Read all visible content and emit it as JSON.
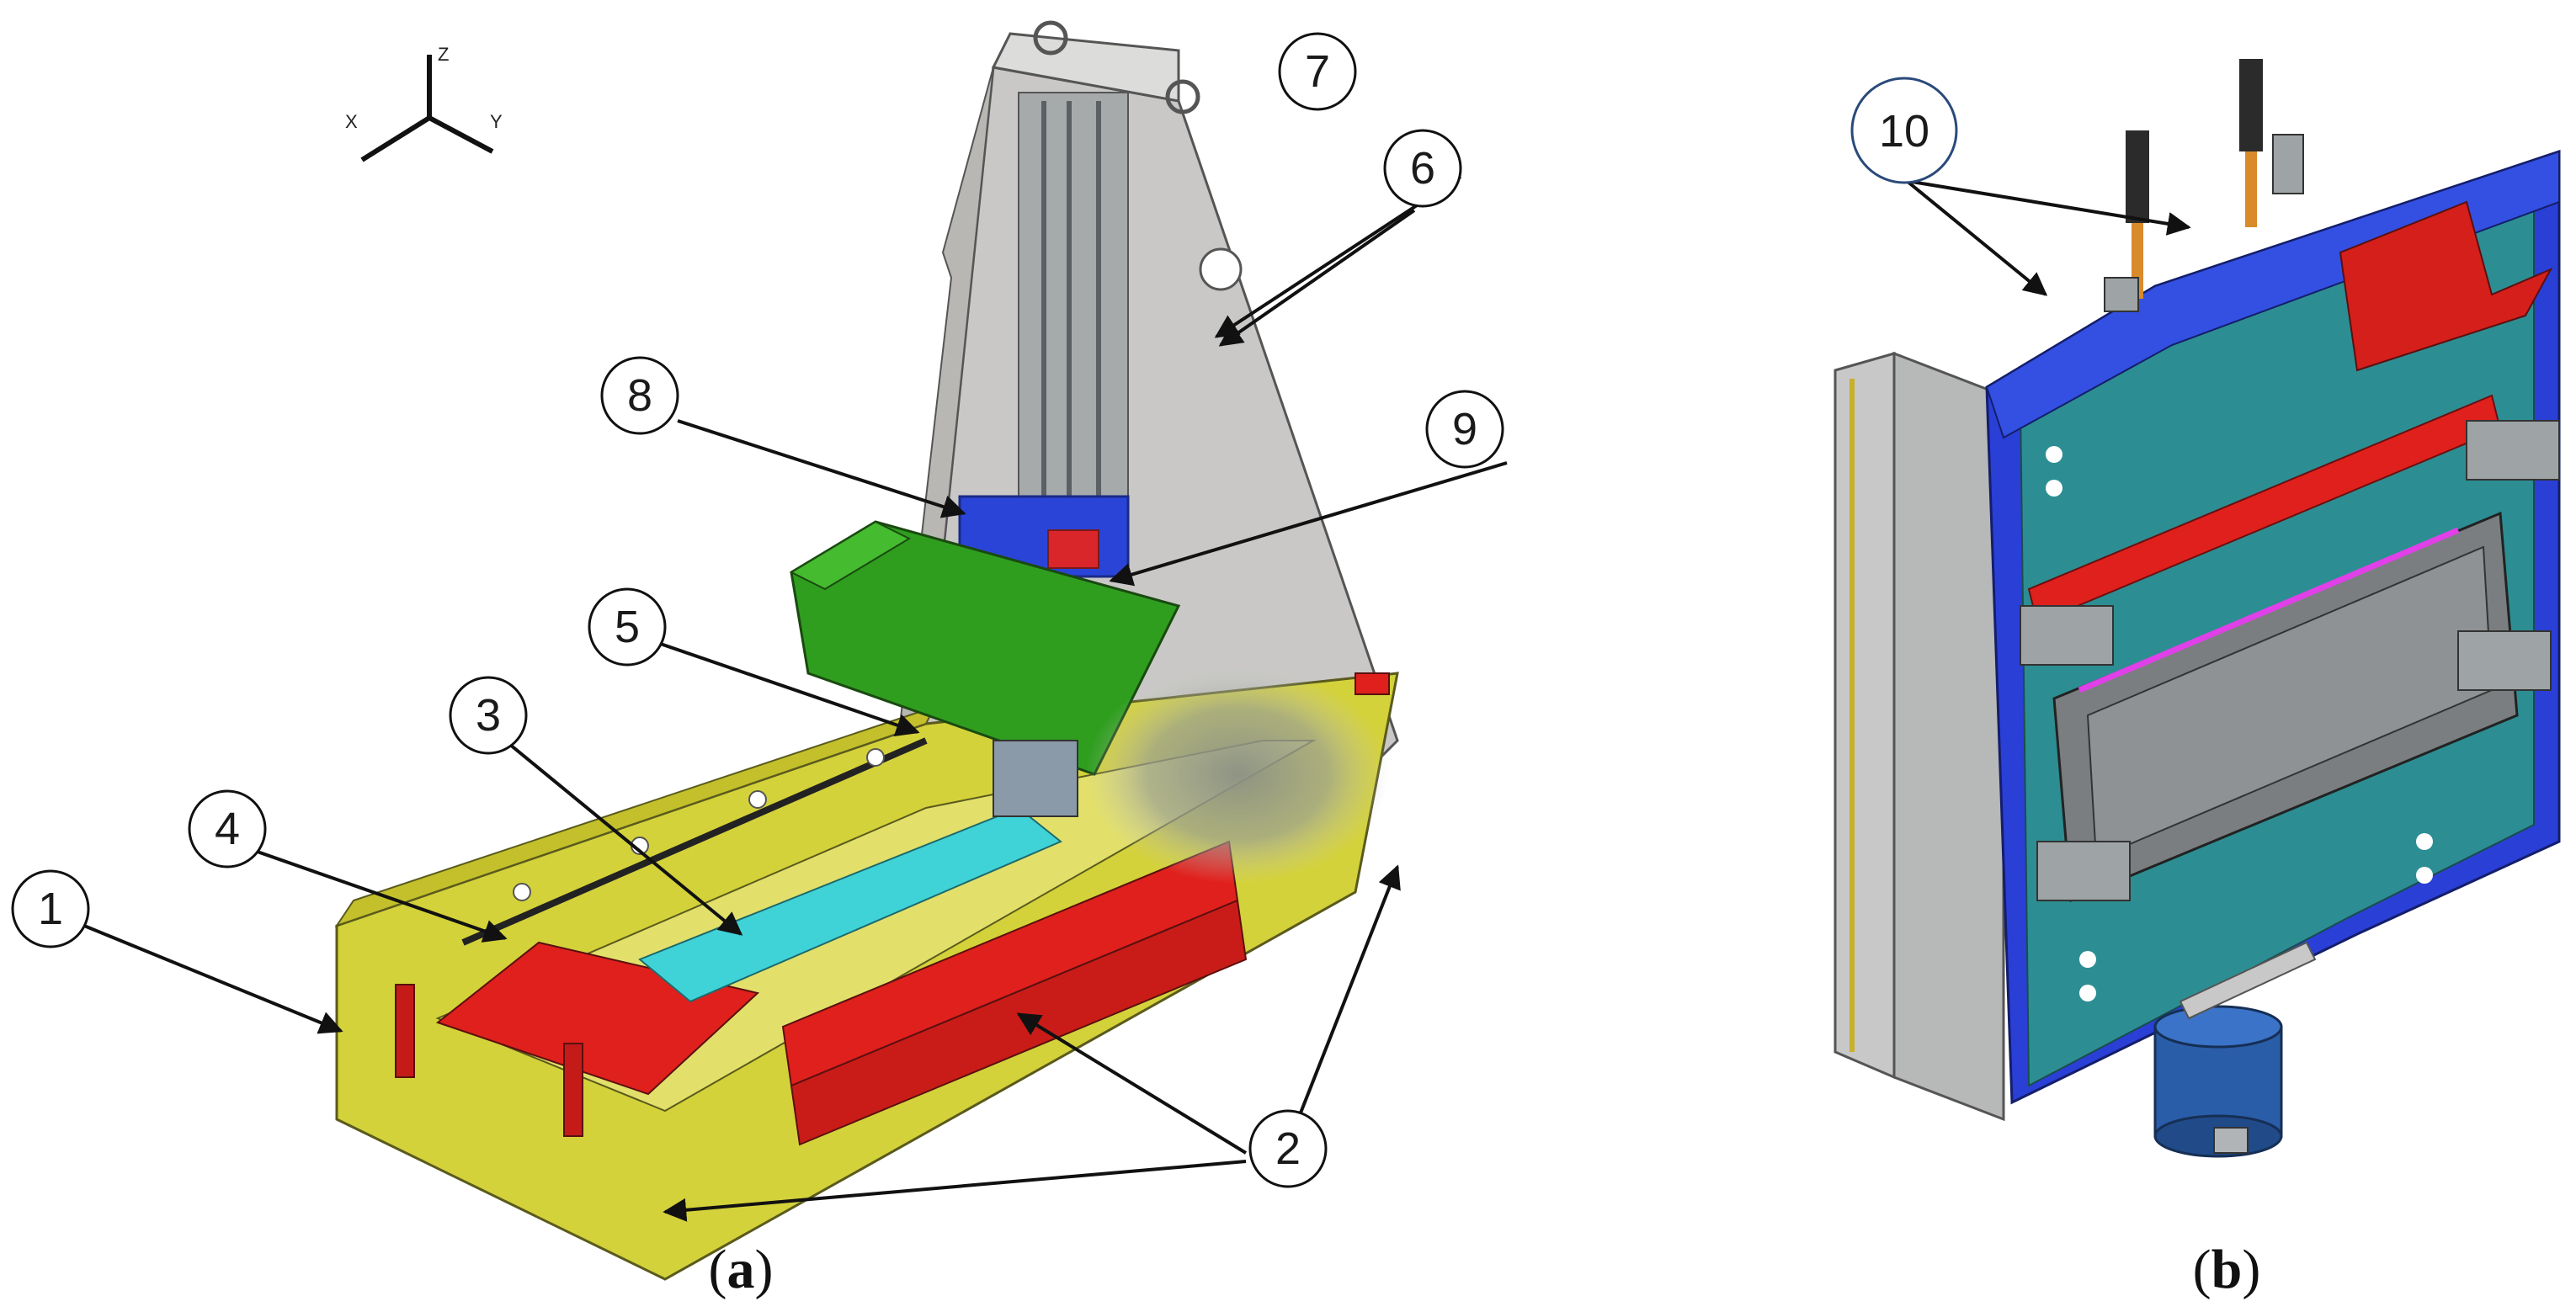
{
  "axes": {
    "z": "Z",
    "x": "X",
    "y": "Y"
  },
  "callouts": {
    "c1": "1",
    "c2": "2",
    "c3": "3",
    "c4": "4",
    "c5": "5",
    "c6": "6",
    "c7": "7",
    "c8": "8",
    "c9": "9",
    "c10": "10"
  },
  "captions": {
    "a": {
      "open": "(",
      "letter": "a",
      "close": ")"
    },
    "b": {
      "open": "(",
      "letter": "b",
      "close": ")"
    }
  },
  "colors": {
    "base_yellow": "#d4d23a",
    "guard_red": "#e0201c",
    "cover_cyan": "#3fd3d8",
    "head_green": "#2f9e1f",
    "column_gray": "#c9c8c6",
    "plate_teal": "#2c8e93",
    "frame_blue": "#2a3fd6",
    "magenta": "#e040e8"
  }
}
